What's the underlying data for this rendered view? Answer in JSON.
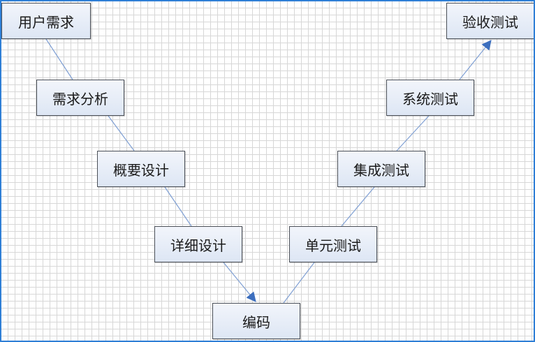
{
  "diagram": {
    "stages": {
      "user_requirements": "用户需求",
      "requirements_analysis": "需求分析",
      "outline_design": "概要设计",
      "detailed_design": "详细设计",
      "coding": "编码",
      "unit_test": "单元测试",
      "integration_test": "集成测试",
      "system_test": "系统测试",
      "acceptance_test": "验收测试"
    },
    "colors": {
      "border": "#2f7fd6",
      "connector": "#7f9fd3",
      "arrowhead": "#3d6fbe",
      "box_fill_top": "#f2f5fb",
      "box_fill_bottom": "#dde6f4",
      "grid": "#d7d7d7"
    }
  }
}
